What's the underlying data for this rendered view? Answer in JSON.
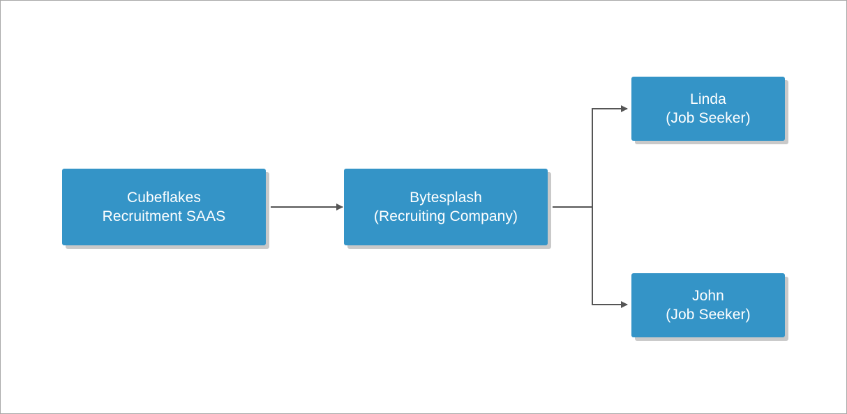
{
  "colors": {
    "node_fill": "#3494c7",
    "node_text": "#ffffff",
    "node_shadow": "#c9c9c9",
    "connector": "#555555",
    "border": "#a8a8a8",
    "background": "#ffffff"
  },
  "nodes": {
    "cubeflakes": {
      "line1": "Cubeflakes",
      "line2": "Recruitment SAAS"
    },
    "bytesplash": {
      "line1": "Bytesplash",
      "line2": "(Recruiting Company)"
    },
    "linda": {
      "line1": "Linda",
      "line2": "(Job Seeker)"
    },
    "john": {
      "line1": "John",
      "line2": "(Job Seeker)"
    }
  },
  "edges": [
    {
      "from": "cubeflakes",
      "to": "bytesplash"
    },
    {
      "from": "bytesplash",
      "to": "linda"
    },
    {
      "from": "bytesplash",
      "to": "john"
    }
  ]
}
